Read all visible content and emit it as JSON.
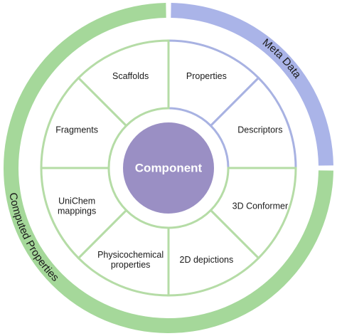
{
  "diagram": {
    "center": {
      "label": "Component"
    },
    "segments": [
      {
        "label_lines": [
          "Properties"
        ],
        "group": "meta"
      },
      {
        "label_lines": [
          "Descriptors"
        ],
        "group": "meta"
      },
      {
        "label_lines": [
          "3D Conformer"
        ],
        "group": "computed"
      },
      {
        "label_lines": [
          "2D depictions"
        ],
        "group": "computed"
      },
      {
        "label_lines": [
          "Physicochemical",
          "properties"
        ],
        "group": "computed"
      },
      {
        "label_lines": [
          "UniChem",
          "mappings"
        ],
        "group": "computed"
      },
      {
        "label_lines": [
          "Fragments"
        ],
        "group": "computed"
      },
      {
        "label_lines": [
          "Scaffolds"
        ],
        "group": "computed"
      }
    ],
    "outer_ring": [
      {
        "label": "Meta Data",
        "color": "#aab4e8"
      },
      {
        "label": "Computed Properties",
        "color": "#a5d89a"
      }
    ],
    "colors": {
      "center_fill": "#9a8fc4",
      "center_border": "#ffffff",
      "inner_ring_meta_border": "#a8b2e2",
      "inner_ring_computed_border": "#b5dca6",
      "segment_fill": "#ffffff"
    }
  }
}
